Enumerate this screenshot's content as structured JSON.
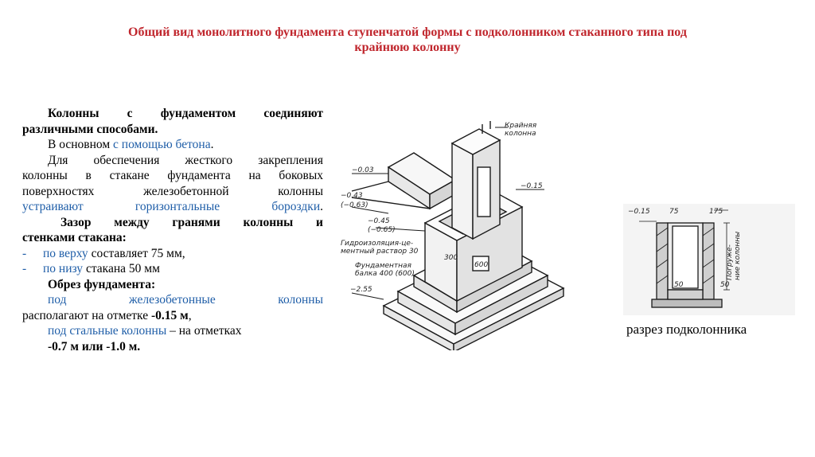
{
  "title_line1": "Общий вид монолитного фундамента ступенчатой формы с подколонником стаканного типа под",
  "title_line2": "крайнюю колонну",
  "body": {
    "p1a": "Колонны с фундаментом соединяют",
    "p1b": "различными способами.",
    "p2a": "В основном ",
    "p2b": "с помощью бетона",
    "p2c": ".",
    "p3a": "Для обеспечения жесткого закрепления",
    "p3b": "колонны в стакане фундамента на боковых",
    "p3c": "поверхностях железобетонной колонны",
    "p3d": "устраивают горизонтальные бороздки",
    "p3e": ".",
    "p4a": "Зазор между гранями колонны и",
    "p4b": "стенками стакана:",
    "dash": "-",
    "l1a": "по верху",
    "l1b": " составляет 75 мм,",
    "l2a": "по низу",
    "l2b": " стакана  50 мм",
    "p5": "Обрез фундамента:",
    "p6a": "под железобетонные колонны",
    "p6b": "располагают на отметке ",
    "p6c": "-0.15 м",
    "p6d": ",",
    "p7a": "под стальные колонны",
    "p7b": " – на отметках",
    "p8": "-0.7 м или -1.0 м."
  },
  "figure_iso": {
    "column_label_1": "Крайняя",
    "column_label_2": "колонна",
    "m003": "−0.03",
    "m043": "−0.43",
    "m063": "(−0.63)",
    "m045": "−0.45",
    "m065": "(−0.65)",
    "m015": "−0.15",
    "m255": "−2.55",
    "grout_1": "Гидроизоляция-це-",
    "grout_2": "ментный раствор 30",
    "beam_1": "Фундаментная",
    "beam_2": "балка 400 (600)",
    "dim300": "300",
    "dim600": "600"
  },
  "figure_section": {
    "m015": "−0.15",
    "d75": "75",
    "d175": "175",
    "d50a": "50",
    "d50b": "50",
    "depth_1": "Погруже-",
    "depth_2": "ние колонны",
    "caption": "разрез подколонника"
  }
}
